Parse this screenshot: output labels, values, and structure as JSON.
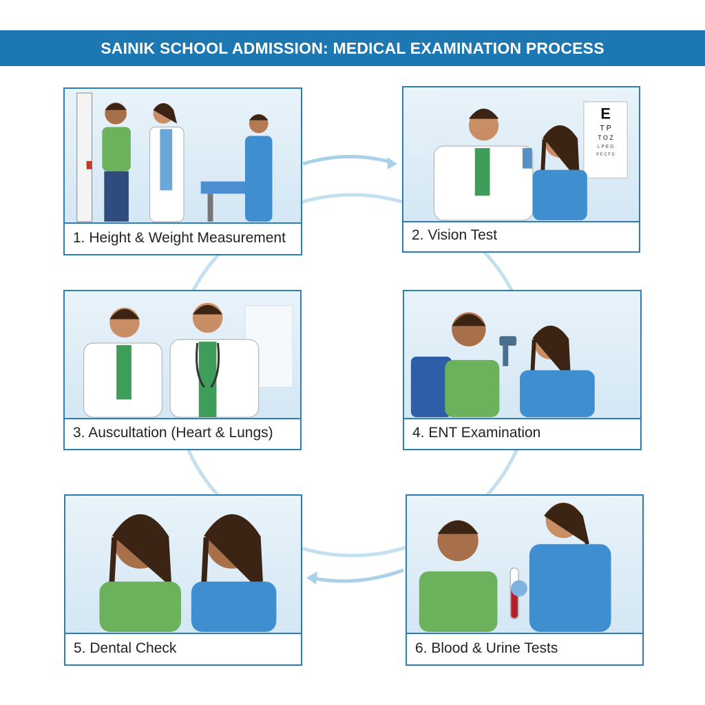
{
  "title": "SAINIK SCHOOL ADMISSION: MEDICAL EXAMINATION PROCESS",
  "colors": {
    "banner": "#1d78b2",
    "border": "#2a7db5",
    "flow": "#b9d9ec"
  },
  "steps": [
    {
      "label": "1. Height & Weight Measurement",
      "icon": "height-scale-icon"
    },
    {
      "label": "2. Vision Test",
      "icon": "eye-chart-icon"
    },
    {
      "label": "3. Auscultation (Heart & Lungs)",
      "icon": "stethoscope-icon"
    },
    {
      "label": "4. ENT Examination",
      "icon": "otoscope-icon"
    },
    {
      "label": "5. Dental Check",
      "icon": "tooth-icon"
    },
    {
      "label": "6. Blood & Urine Tests",
      "icon": "test-tube-icon"
    }
  ]
}
